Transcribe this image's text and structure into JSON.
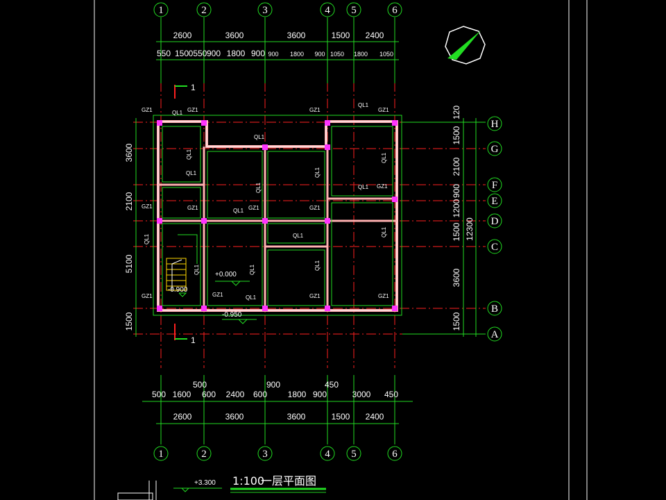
{
  "drawing": {
    "title_scale": "1:100",
    "title_name": "一层平面图",
    "level_top": "+3.300",
    "level_floor": "+0.000",
    "level_stair": "-0.900",
    "level_ground": "-0.950",
    "section_mark": "1"
  },
  "grid_columns": [
    "1",
    "2",
    "3",
    "4",
    "5",
    "6"
  ],
  "grid_rows": [
    "H",
    "G",
    "F",
    "E",
    "D",
    "C",
    "B",
    "A"
  ],
  "top_dims_main": [
    "2600",
    "3600",
    "3600",
    "1500",
    "2400"
  ],
  "top_dims_detail": [
    "550",
    "150",
    "0550",
    "900",
    "1800",
    "900",
    "900",
    "1800",
    "900",
    "1050",
    "1800",
    "1050"
  ],
  "bottom_dims_upper": [
    "500",
    "900",
    "450"
  ],
  "bottom_dims_detail": [
    "500",
    "1600",
    "600",
    "2400",
    "600",
    "1800",
    "900",
    "3000",
    "450"
  ],
  "bottom_dims_main": [
    "2600",
    "3600",
    "3600",
    "1500",
    "2400"
  ],
  "left_dims": [
    "3600",
    "2100",
    "5100",
    "1500"
  ],
  "right_dims": [
    "120",
    "1500",
    "2100",
    "900",
    "1200",
    "1500",
    "3600",
    "1500"
  ],
  "right_total": "12300",
  "column_tag": "GZ1",
  "beam_tag": "QL1"
}
